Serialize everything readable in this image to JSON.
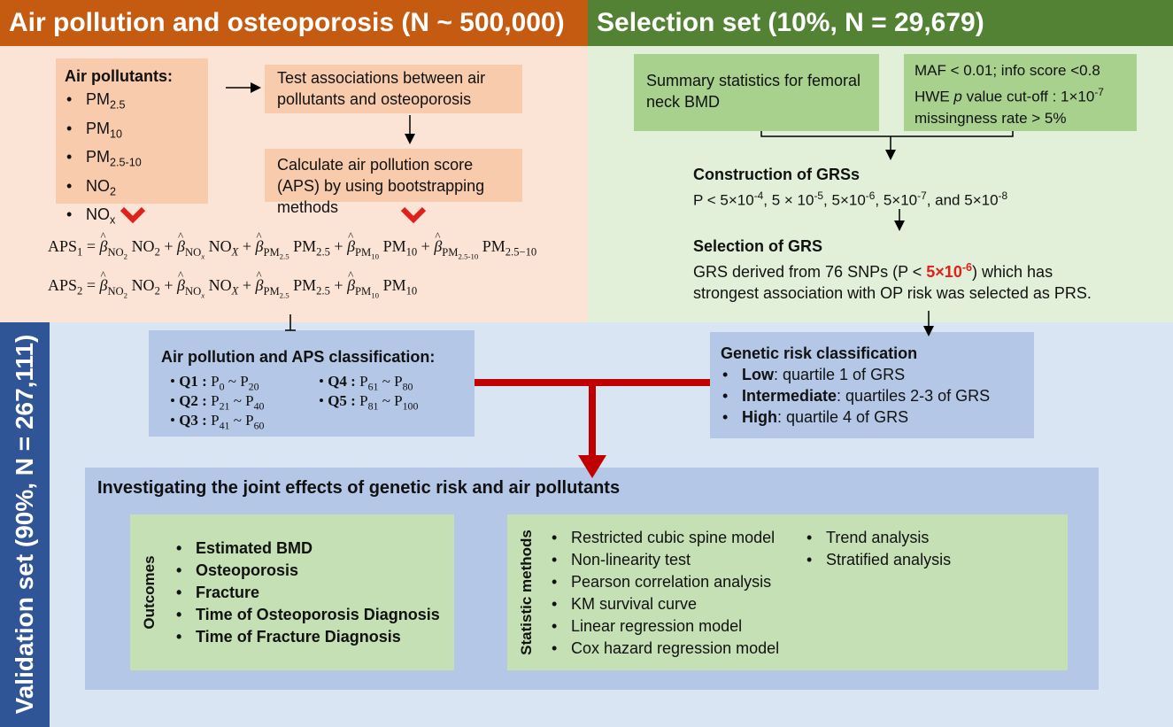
{
  "air": {
    "header": "Air pollution and osteoporosis (N ~ 500,000)",
    "pollutants_title": "Air pollutants:",
    "pollutants": [
      {
        "base": "PM",
        "sub": "2.5"
      },
      {
        "base": "PM",
        "sub": "10"
      },
      {
        "base": "PM",
        "sub": "2.5-10"
      },
      {
        "base": "NO",
        "sub": "2"
      },
      {
        "base": "NO",
        "sub": "x"
      }
    ],
    "test_box": "Test associations between air pollutants and osteoporosis",
    "calc_box": "Calculate air pollution score (APS) by using bootstrapping  methods",
    "aps1": "APS1 = β̂NO2 NO2 + β̂NOx NOX + β̂PM2.5 PM2.5 + β̂PM10 PM10 + β̂PM2.5-10 PM2.5−10",
    "aps2": "APS2 = β̂NO2 NO2 + β̂NOx NOX + β̂PM2.5 PM2.5 + β̂PM10 PM10"
  },
  "selection": {
    "header": "Selection set (10%, N = 29,679)",
    "summary_box": "Summary statistics for femoral neck BMD",
    "qc_line1": "MAF < 0.01; info score <0.8",
    "qc_line2_pre": "HWE ",
    "qc_line2_p": "p",
    "qc_line2_post": " value cut-off : 1×10",
    "qc_line2_exp": "-7",
    "qc_line3": "missingness rate > 5%",
    "construction_title": "Construction of GRSs",
    "construction_text": "P < 5×10-4, 5 × 10-5, 5×10-6, 5×10-7, and 5×10-8",
    "selection_title": "Selection of GRS",
    "selection_text_pre": "GRS derived from 76 SNPs (P < ",
    "selection_highlight": "5×10",
    "selection_highlight_exp": "-6",
    "selection_text_post": ") which has",
    "selection_text_line2": "strongest association with OP risk was selected as PRS."
  },
  "validation": {
    "side_label": "Validation set (90%, N = 267,111)",
    "aps_class_title": "Air pollution and APS classification:",
    "quintiles": [
      {
        "label": "Q1 :",
        "from": "0",
        "to": "20"
      },
      {
        "label": "Q2 :",
        "from": "21",
        "to": "40"
      },
      {
        "label": "Q3 :",
        "from": "41",
        "to": "60"
      },
      {
        "label": "Q4 :",
        "from": "61",
        "to": "80"
      },
      {
        "label": "Q5 :",
        "from": "81",
        "to": "100"
      }
    ],
    "genetic_title": "Genetic risk classification",
    "genetic_items": [
      {
        "bold": "Low",
        "rest": ": quartile 1 of GRS"
      },
      {
        "bold": "Intermediate",
        "rest": ": quartiles 2-3 of GRS"
      },
      {
        "bold": "High",
        "rest": ": quartile 4 of GRS"
      }
    ],
    "joint_title": "Investigating the joint effects of genetic risk and air pollutants",
    "outcomes_label": "Outcomes",
    "outcomes": [
      "Estimated BMD",
      "Osteoporosis",
      "Fracture",
      "Time of Osteoporosis Diagnosis",
      "Time of Fracture Diagnosis"
    ],
    "methods_label": "Statistic methods",
    "methods_col1": [
      "Restricted cubic spine model",
      "Non-linearity test",
      "Pearson correlation analysis",
      "KM survival curve",
      "Linear regression model",
      "Cox hazard regression model"
    ],
    "methods_col2": [
      "Trend analysis",
      "Stratified analysis"
    ]
  },
  "colors": {
    "air_header": "#c55a11",
    "selection_header": "#548235",
    "validation_side": "#2f5597",
    "connector_red": "#c00000"
  }
}
